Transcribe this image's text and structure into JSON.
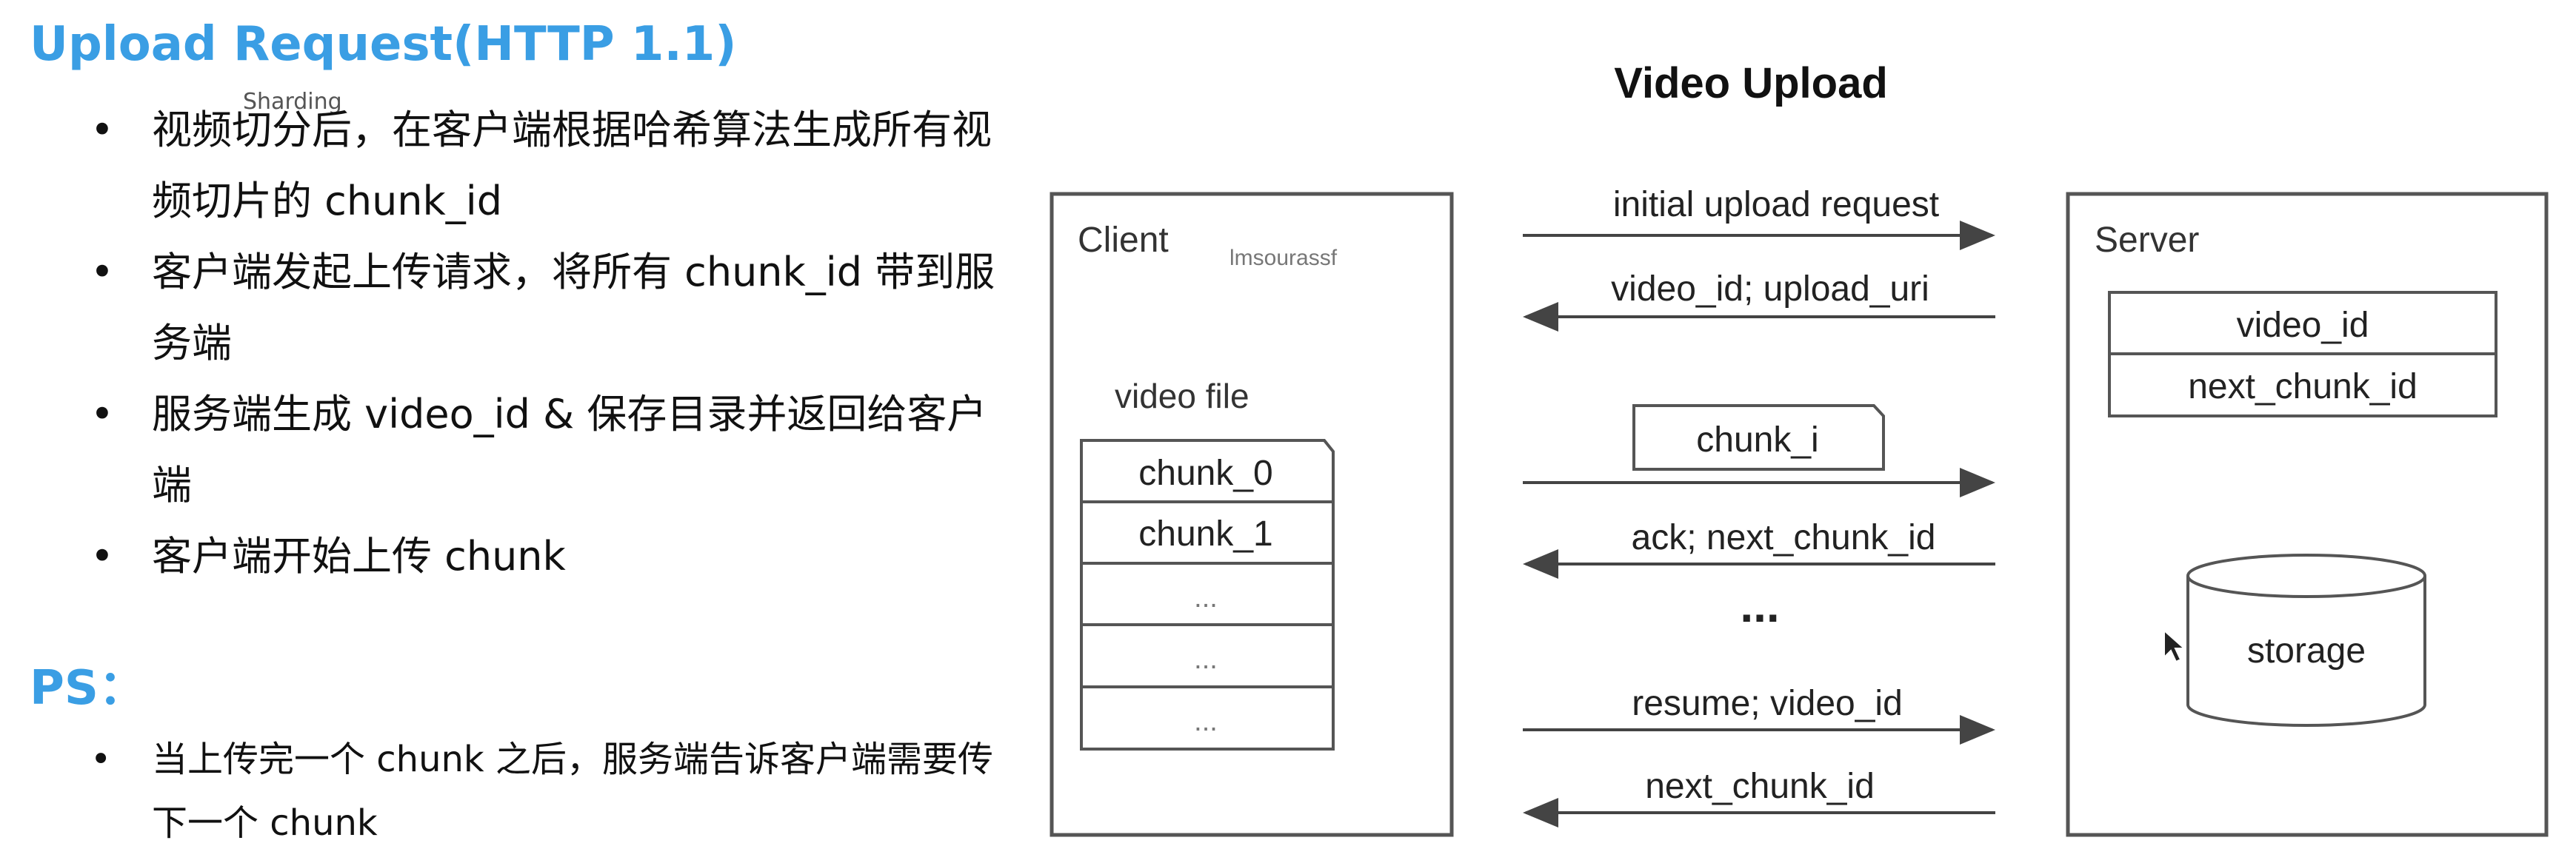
{
  "theme": {
    "heading_color": "#3a9ee4",
    "text_color": "#111111",
    "diagram_stroke": "#444444",
    "diagram_text": "#222222"
  },
  "left": {
    "heading": "Upload Request(HTTP 1.1)",
    "overlay_label": "Sharding",
    "bullets": [
      "视频切分后，在客户端根据哈希算法生成所有视频切片的 chunk_id",
      "客户端发起上传请求，将所有 chunk_id 带到服务端",
      "服务端生成 video_id & 保存目录并返回给客户端",
      "客户端开始上传 chunk"
    ],
    "ps_heading": "PS：",
    "ps_bullets": [
      "当上传完一个 chunk 之后，服务端告诉客户端需要传下一个 chunk"
    ]
  },
  "diagram": {
    "title": "Video Upload",
    "client": {
      "label": "Client",
      "overlay_label": "lmsourassf",
      "file_label": "video file",
      "chunks": [
        "chunk_0",
        "chunk_1",
        "...",
        "...",
        "..."
      ]
    },
    "server": {
      "label": "Server",
      "fields": [
        "video_id",
        "next_chunk_id"
      ],
      "storage_label": "storage"
    },
    "messages": {
      "init_request": "initial upload request",
      "init_response": "video_id; upload_uri",
      "chunk_label": "chunk_i",
      "ack": "ack; next_chunk_id",
      "ellipsis": "...",
      "resume": "resume; video_id",
      "next_chunk": "next_chunk_id"
    }
  }
}
